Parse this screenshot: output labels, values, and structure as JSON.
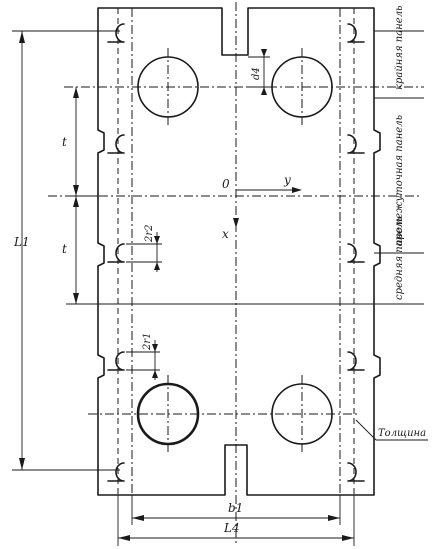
{
  "labels": {
    "L1": "L1",
    "L4": "L4",
    "b1": "b1",
    "t_upper": "t",
    "t_lower": "t",
    "d4": "d4",
    "r2": "2r2",
    "r1": "2r1",
    "origin": "0",
    "axis_y": "y",
    "axis_x": "x"
  },
  "panel_labels": {
    "edge_panel": "крайняя панель",
    "intermediate_panel": "промежуточная панель",
    "middle_panel": "средняя панель",
    "thickness": "Толщина"
  }
}
